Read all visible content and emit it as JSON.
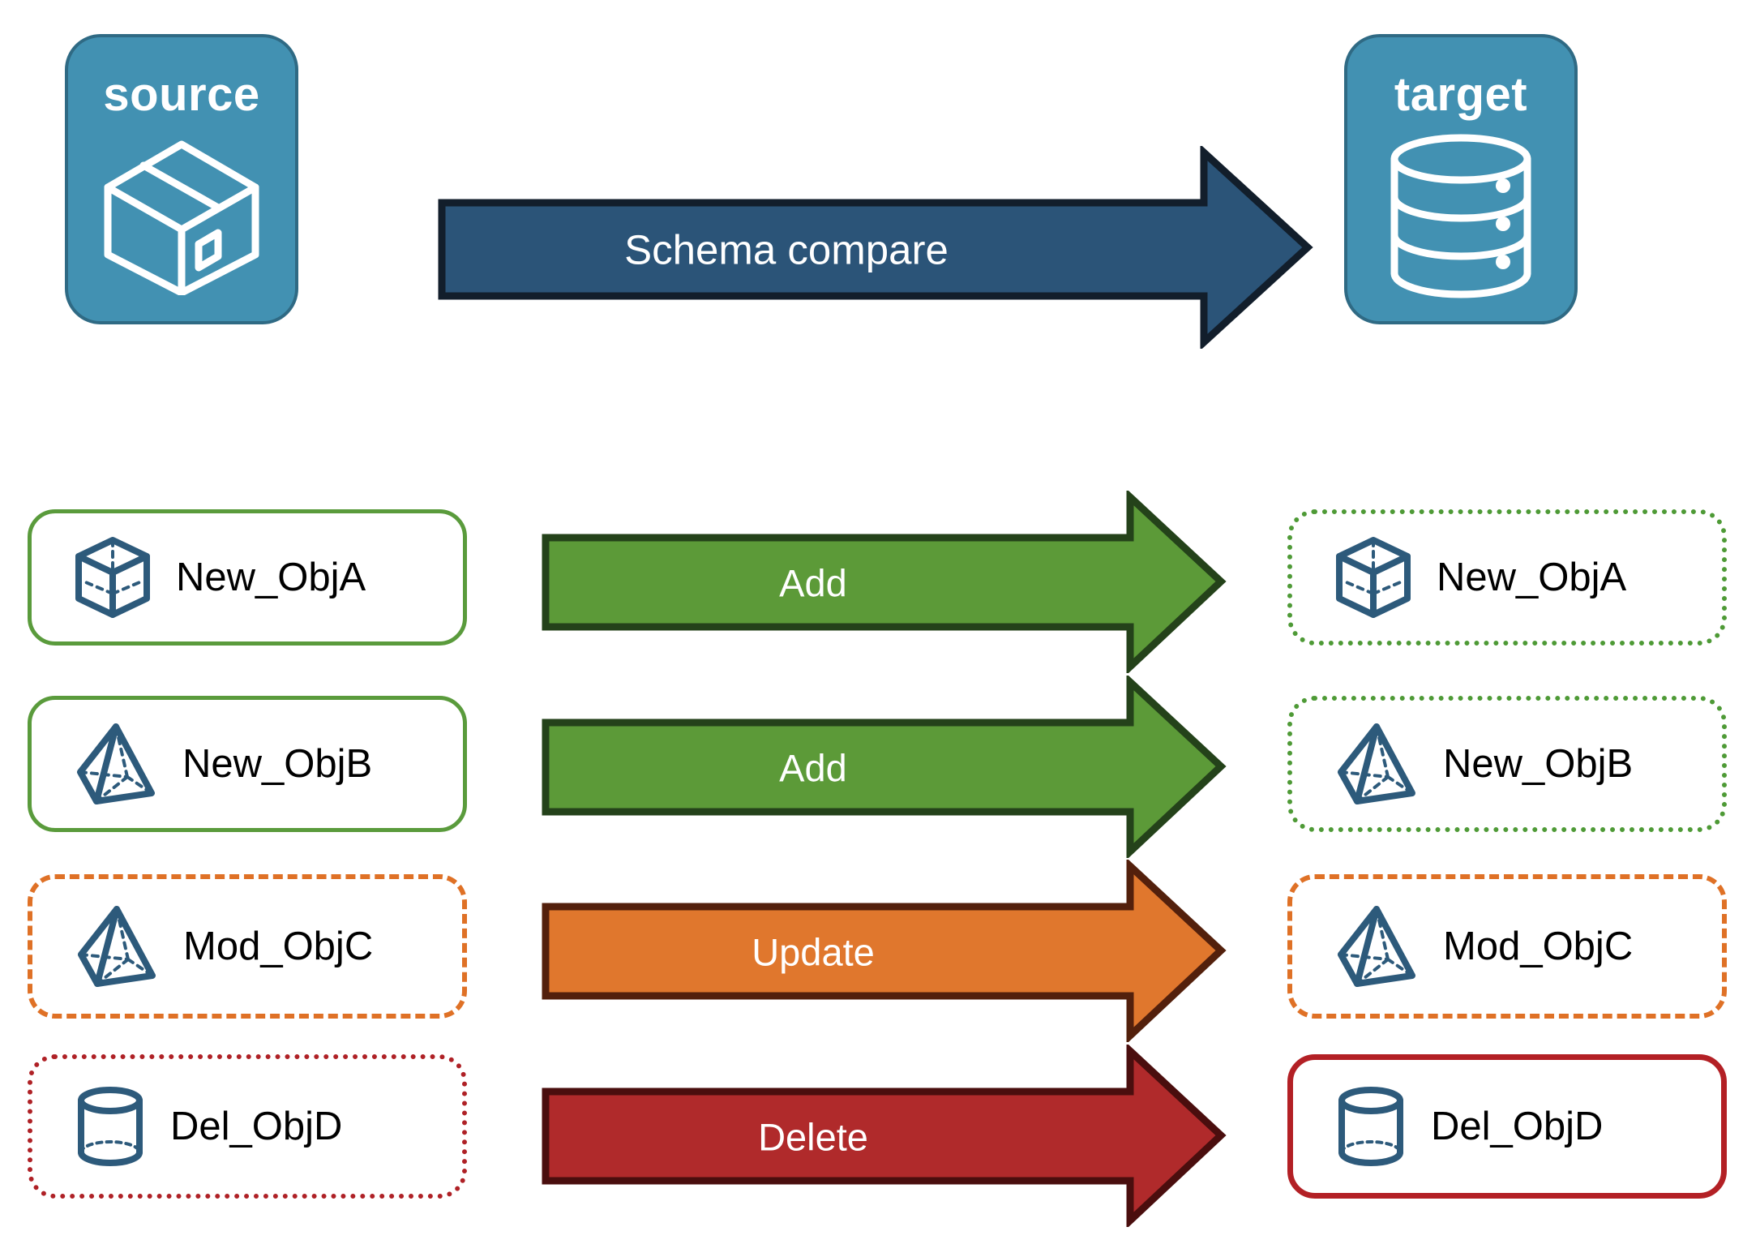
{
  "diagram": {
    "title": "Schema compare source to target",
    "endpoints": [
      {
        "id": "source",
        "label": "source",
        "icon": "box-3d-icon"
      },
      {
        "id": "target",
        "label": "target",
        "icon": "database-cylinder-icon"
      }
    ],
    "main_flow": {
      "label": "Schema compare",
      "fill": "#2B5478",
      "stroke": "#121E2B"
    },
    "rows": [
      {
        "source": {
          "name": "New_ObjA",
          "icon": "cube-wireframe-icon",
          "border_style": "solid",
          "border_color": "#5A9B3C"
        },
        "action": {
          "label": "Add",
          "fill": "#5C9A38",
          "stroke": "#24421A"
        },
        "target": {
          "name": "New_ObjA",
          "icon": "cube-wireframe-icon",
          "border_style": "dotted",
          "border_color": "#4E9A36"
        }
      },
      {
        "source": {
          "name": "New_ObjB",
          "icon": "pyramid-wireframe-icon",
          "border_style": "solid",
          "border_color": "#5A9B3C"
        },
        "action": {
          "label": "Add",
          "fill": "#5C9A38",
          "stroke": "#24421A"
        },
        "target": {
          "name": "New_ObjB",
          "icon": "pyramid-wireframe-icon",
          "border_style": "dotted",
          "border_color": "#4E9A36"
        }
      },
      {
        "source": {
          "name": "Mod_ObjC",
          "icon": "pyramid-wireframe-icon",
          "border_style": "dashed",
          "border_color": "#DF7126"
        },
        "action": {
          "label": "Update",
          "fill": "#E0772D",
          "stroke": "#53200C"
        },
        "target": {
          "name": "Mod_ObjC",
          "icon": "pyramid-wireframe-icon",
          "border_style": "dashed",
          "border_color": "#DF7126"
        }
      },
      {
        "source": {
          "name": "Del_ObjD",
          "icon": "cylinder-wireframe-icon",
          "border_style": "dotted",
          "border_color": "#AF2126"
        },
        "action": {
          "label": "Delete",
          "fill": "#B02A2B",
          "stroke": "#4A0E0E"
        },
        "target": {
          "name": "Del_ObjD",
          "icon": "cylinder-wireframe-icon",
          "border_style": "solid",
          "border_color": "#B32025"
        }
      }
    ],
    "colors": {
      "endpoint_fill": "#4291B2",
      "endpoint_stroke": "#2F6A84",
      "icon_blue": "#2D5A7B",
      "add_green": "#5C9A38",
      "update_orange": "#E0772D",
      "delete_red": "#B02A2B",
      "background": "#FFFFFF"
    }
  }
}
